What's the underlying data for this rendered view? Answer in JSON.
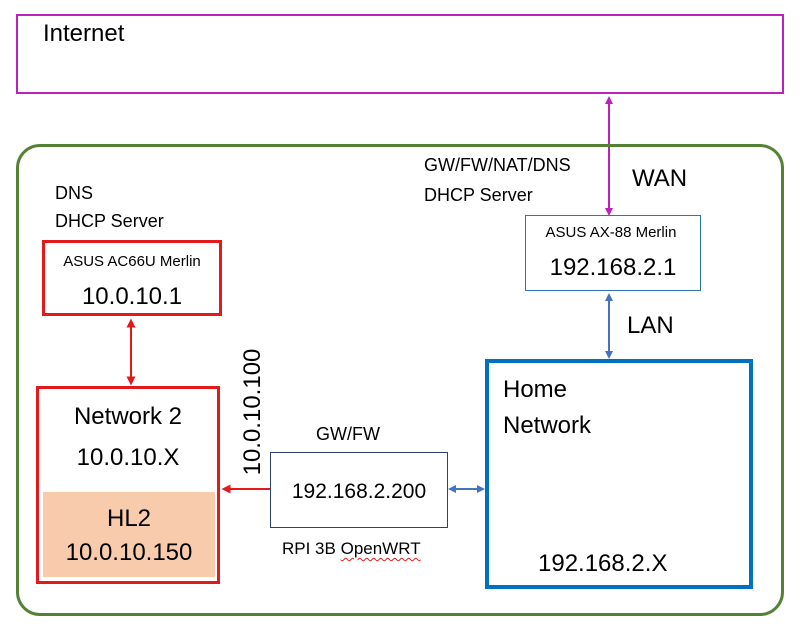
{
  "colors": {
    "internet_border": "#bf1fbf",
    "outer_border": "#548235",
    "red": "#e31a1c",
    "asus_ax88_border": "#2e75b6",
    "home_border": "#0070c0",
    "rpi_border": "#2f3f6e",
    "hl2_fill": "#f8cbad",
    "wan_arrow": "#bf1fbf",
    "lan_arrow": "#4472c4",
    "red_arrow": "#e31a1c"
  },
  "internet": {
    "label": "Internet"
  },
  "network2_server": {
    "note_line1": "DNS",
    "note_line2": "DHCP Server",
    "name": "ASUS AC66U Merlin",
    "ip": "10.0.10.1"
  },
  "network2": {
    "title": "Network 2",
    "subnet": "10.0.10.X",
    "hl2_name": "HL2",
    "hl2_ip": "10.0.10.150",
    "link_ip": "10.0.10.100"
  },
  "main_router": {
    "note_line1": "GW/FW/NAT/DNS",
    "note_line2": "DHCP Server",
    "name": "ASUS AX-88 Merlin",
    "ip": "192.168.2.1",
    "wan_label": "WAN",
    "lan_label": "LAN"
  },
  "rpi": {
    "note": "GW/FW",
    "ip": "192.168.2.200",
    "caption_part1": "RPI 3B ",
    "caption_part2": "OpenWRT"
  },
  "home": {
    "title_line1": "Home",
    "title_line2": "Network",
    "subnet": "192.168.2.X"
  }
}
